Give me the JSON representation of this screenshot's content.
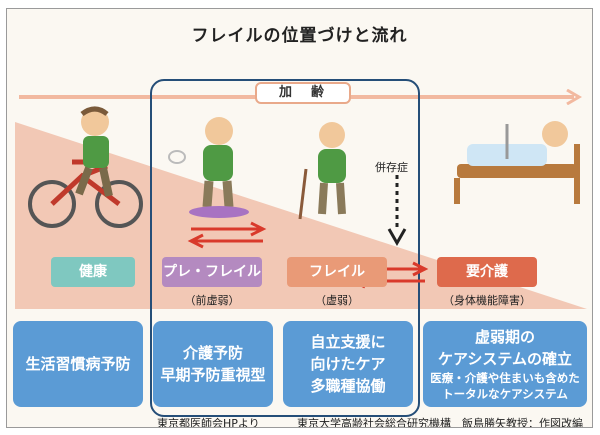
{
  "title": "フレイルの位置づけと流れ",
  "aging_label": "加　齢",
  "coexist_label": "併存症",
  "stages": {
    "healthy": {
      "label": "健康"
    },
    "pre_frail": {
      "label": "プレ・フレイル",
      "sub": "（前虚弱）"
    },
    "frail": {
      "label": "フレイル",
      "sub": "（虚弱）"
    },
    "care": {
      "label": "要介護",
      "sub": "（身体機能障害）"
    }
  },
  "care_boxes": {
    "box1": {
      "line1": "生活習慣病予防"
    },
    "box2": {
      "line1": "介護予防",
      "line2": "早期予防重視型"
    },
    "box3": {
      "line1": "自立支援に",
      "line2": "向けたケア",
      "line3": "多職種協働"
    },
    "box4": {
      "line1": "虚弱期の",
      "line2": "ケアシステムの確立",
      "small1": "医療・介護や住まいも含めた",
      "small2": "トータルなケアシステム"
    }
  },
  "footer": {
    "left": "東京都医師会HPより",
    "right": "東京大学高齢社会総合研究機構　飯島勝矢教授：作図改編"
  },
  "colors": {
    "slope": "#f2c8b5",
    "aging_arrow": "#f2b9a0",
    "healthy": "#7fc8c0",
    "pre_frail": "#b48ac0",
    "frail": "#e99a77",
    "care": "#de6a4c",
    "care_box": "#5b9bd5",
    "frame_box": "#254e78",
    "red_arrow": "#d93a2b"
  }
}
